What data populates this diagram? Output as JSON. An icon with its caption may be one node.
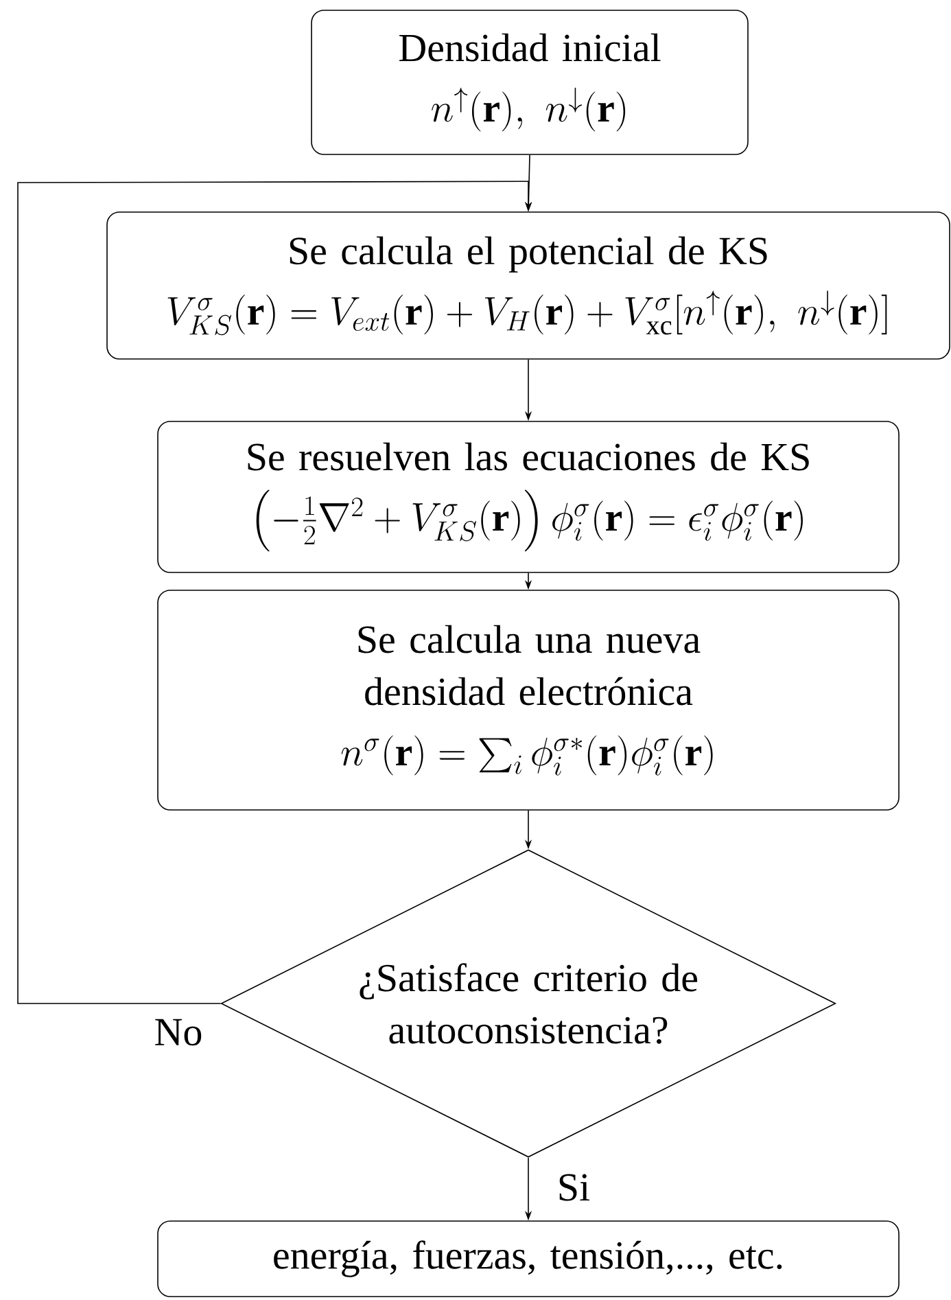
{
  "diagram": {
    "nodes": [
      {
        "text": [
          "Densidad inicial",
          "n^{\\uparrow}(\\mathbf{r}),\\ n^{\\downarrow}(\\mathbf{r})"
        ]
      },
      {
        "text": [
          "Se calcula el potencial de KS",
          "V^{\\sigma}_{KS}(\\mathbf{r})=V_{ext}(\\mathbf{r})+V_{H}(\\mathbf{r})+V^{\\sigma}_{\\mathrm{xc}}[n^{\\uparrow}(\\mathbf{r}),\\ n^{\\downarrow}(\\mathbf{r})]"
        ]
      },
      {
        "text": [
          "Se resuelven las ecuaciones de KS",
          "\\left(-\\frac{1}{2}\\nabla^2+V^{\\sigma}_{KS}(\\mathbf{r})\\right)\\phi^{\\sigma}_i(\\mathbf{r})=\\epsilon^{\\sigma}_i\\phi^{\\sigma}_i(\\mathbf{r})"
        ]
      },
      {
        "text": [
          "Se calcula una nueva densidad electrónica",
          "n^{\\sigma}(\\mathbf{r})=\\sum_i\\phi^{\\sigma *}_i(\\mathbf{r})\\phi^{\\sigma}_i(\\mathbf{r})"
        ]
      },
      {
        "text": [
          "¿Satisface criterio de autoconsistencia?"
        ]
      },
      {
        "text": [
          "energía, fuerzas, tensión,..., etc."
        ]
      }
    ],
    "edges": [
      {
        "from": 0,
        "to": 1,
        "arrow": "to"
      },
      {
        "from": 1,
        "to": 2,
        "arrow": "to"
      },
      {
        "from": 2,
        "to": 3,
        "arrow": "to"
      },
      {
        "from": 3,
        "to": 4,
        "arrow": "to"
      },
      {
        "from": 4,
        "to": 1,
        "arrow": "to",
        "label": "No"
      },
      {
        "from": 4,
        "to": 5,
        "arrow": "to",
        "label": "Si"
      }
    ]
  }
}
